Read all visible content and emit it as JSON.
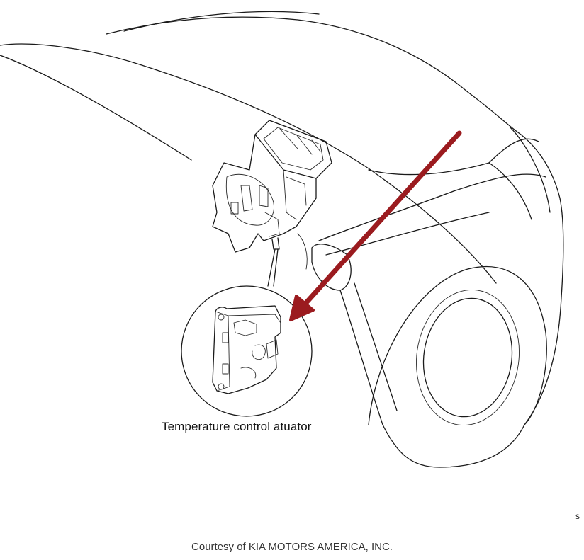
{
  "diagram": {
    "component_label": "Temperature control atuator",
    "corner_mark": "s",
    "credit": "Courtesy of KIA MOTORS AMERICA, INC.",
    "arrow_color": "#9b1b1f"
  }
}
